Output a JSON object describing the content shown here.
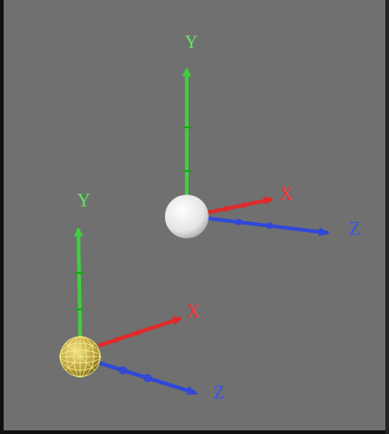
{
  "diagram": {
    "labels": [
      "Y",
      "X",
      "Z",
      "Y",
      "X",
      "Z"
    ]
  }
}
